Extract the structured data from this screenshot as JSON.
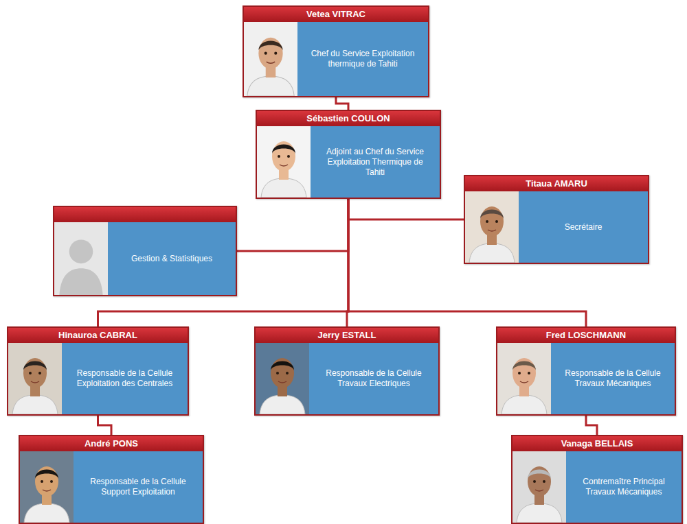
{
  "diagram": {
    "nodes": [
      {
        "text": [
          "Vetea VITRAC",
          "Chef du Service Exploitation thermique de Tahiti"
        ]
      },
      {
        "text": [
          "Sébastien COULON",
          "Adjoint au Chef du Service Exploitation Thermique de Tahiti"
        ]
      },
      {
        "text": [
          "Titaua AMARU",
          "Secrétaire"
        ]
      },
      {
        "text": [
          "Gestion & Statistiques"
        ]
      },
      {
        "text": [
          "Hinauroa CABRAL",
          "Responsable de la Cellule Exploitation des Centrales"
        ]
      },
      {
        "text": [
          "Jerry ESTALL",
          "Responsable de la Cellule Travaux Electriques"
        ]
      },
      {
        "text": [
          "Fred LOSCHMANN",
          "Responsable de la Cellule Travaux Mécaniques"
        ]
      },
      {
        "text": [
          "André PONS",
          "Responsable de la Cellule Support Exploitation"
        ]
      },
      {
        "text": [
          "Vanaga BELLAIS",
          "Contremaître Principal Travaux Mécaniques"
        ]
      }
    ],
    "edges": [
      {
        "from": 0,
        "to": 1,
        "arrow": "none"
      },
      {
        "from": 1,
        "to": 2,
        "arrow": "none"
      },
      {
        "from": 1,
        "to": 3,
        "arrow": "none"
      },
      {
        "from": 1,
        "to": 4,
        "arrow": "none"
      },
      {
        "from": 1,
        "to": 5,
        "arrow": "none"
      },
      {
        "from": 1,
        "to": 6,
        "arrow": "none"
      },
      {
        "from": 4,
        "to": 7,
        "arrow": "none"
      },
      {
        "from": 6,
        "to": 8,
        "arrow": "none"
      }
    ]
  }
}
